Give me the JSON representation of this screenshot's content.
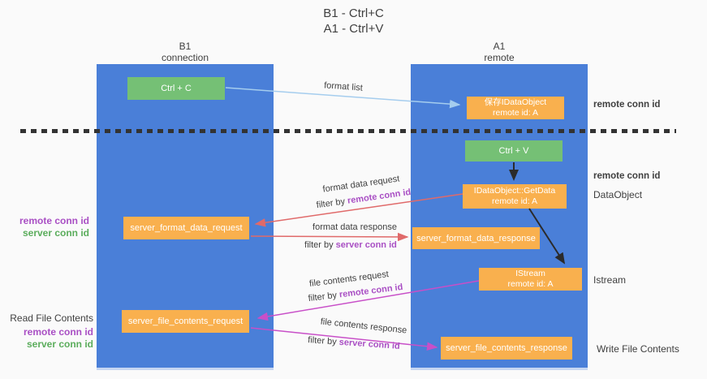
{
  "colors": {
    "background": "#fafafa",
    "column_blue": "#4a7fd8",
    "box_green": "#75c075",
    "box_orange": "#f9b04e",
    "arrow_lightblue": "#a5cdee",
    "arrow_salmon": "#e06a6a",
    "arrow_magenta": "#c84fc8",
    "arrow_black": "#2b2b2b",
    "label_purple": "#a94fc4",
    "label_green": "#5bad5c",
    "text_dark": "#3f3f3f",
    "dash_line": "#333333"
  },
  "title": {
    "line1": "B1 - Ctrl+C",
    "line2": "A1 - Ctrl+V"
  },
  "columns": {
    "left": {
      "name": "B1",
      "subtitle": "connection"
    },
    "right": {
      "name": "A1",
      "subtitle": "remote"
    }
  },
  "nodes": {
    "ctrl_c": {
      "label": "Ctrl + C"
    },
    "ctrl_v": {
      "label": "Ctrl + V"
    },
    "save_dataobject": {
      "line1": "保存IDataObject",
      "line2": "remote id: A"
    },
    "getdata": {
      "line1": "IDataObject::GetData",
      "line2": "remote id: A"
    },
    "istream": {
      "line1": "IStream",
      "line2": "remote id: A"
    },
    "format_request": {
      "label": "server_format_data_request"
    },
    "format_response": {
      "label": "server_format_data_response"
    },
    "file_request": {
      "label": "server_file_contents_request"
    },
    "file_response": {
      "label": "server_file_contents_response"
    }
  },
  "flow_labels": {
    "format_list": "format list",
    "format_data_request": "format data request",
    "format_data_response": "format data response",
    "file_contents_request": "file contents request",
    "file_contents_response": "file contents response",
    "filter_by": "filter by",
    "remote_conn_id": "remote conn id",
    "server_conn_id": "server conn id"
  },
  "side_labels": {
    "right_top_conn": "remote conn id",
    "right_mid_conn": "remote conn id",
    "dataobject": "DataObject",
    "istream": "Istream",
    "write_file_contents": "Write File Contents",
    "read_file_contents": "Read File Contents",
    "left_format": {
      "remote": "remote conn id",
      "server": "server conn id"
    },
    "left_file": {
      "remote": "remote conn id",
      "server": "server conn id"
    }
  }
}
